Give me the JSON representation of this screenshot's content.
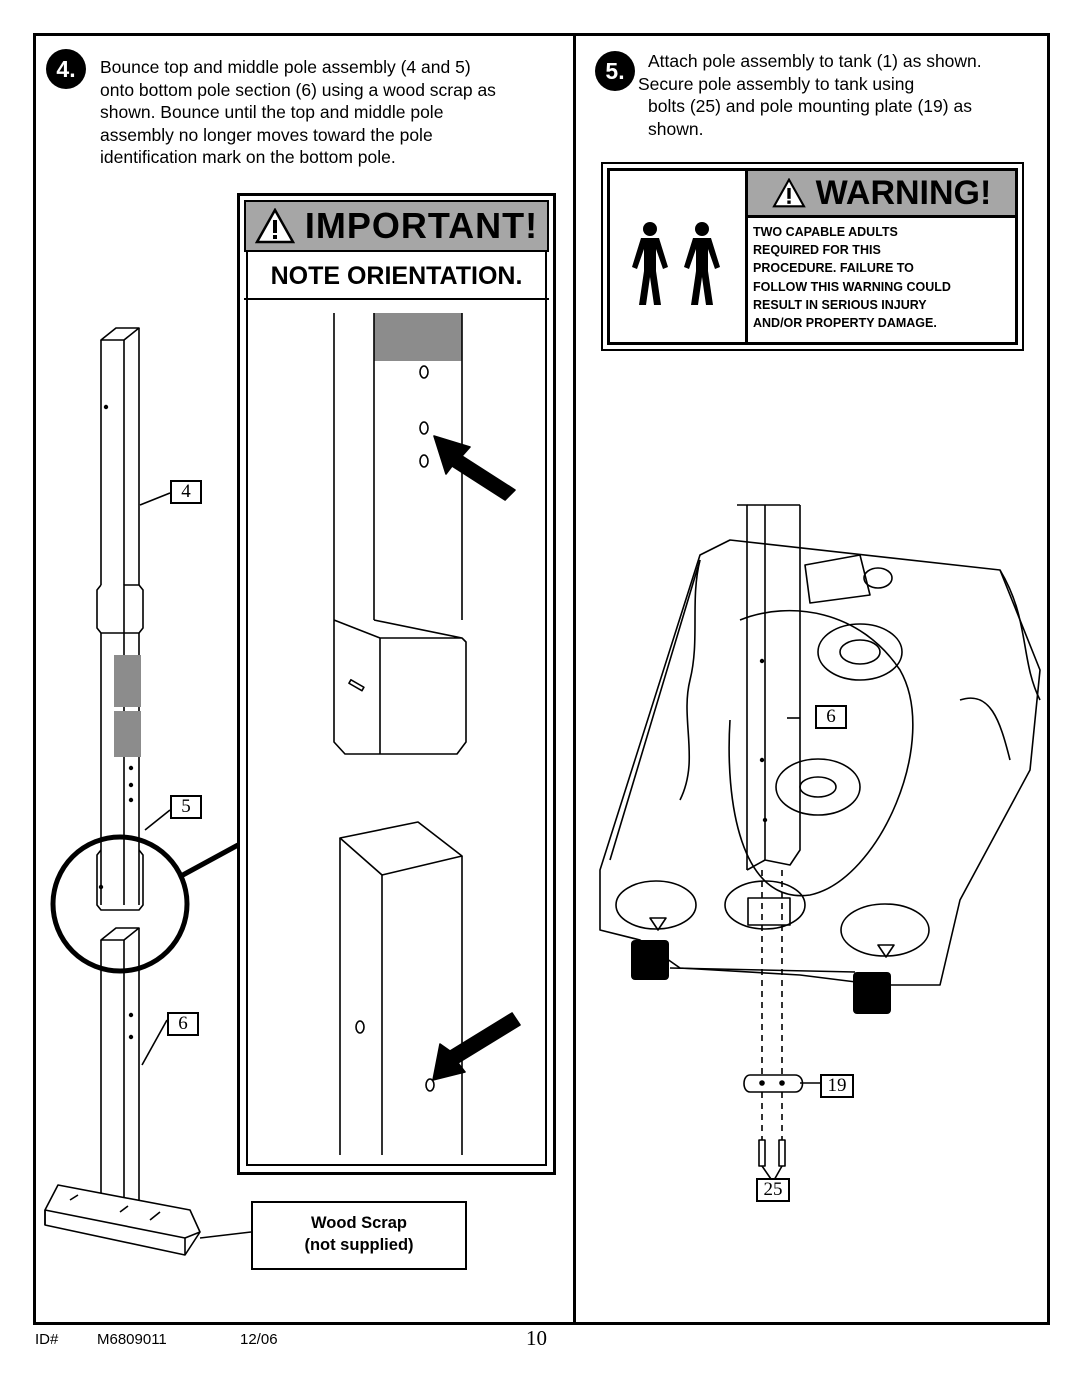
{
  "step4": {
    "number": "4.",
    "lines": [
      "Bounce top and middle pole assembly (4 and 5)",
      "onto bottom pole section (6) using a wood scrap as",
      "shown. Bounce until the top and middle pole",
      "assembly no longer moves toward the pole",
      "identification mark on the bottom pole."
    ]
  },
  "step5": {
    "number": "5.",
    "lines": [
      "Attach pole assembly to tank (1) as shown.",
      "Secure pole assembly to tank using",
      "bolts (25) and pole mounting plate (19) as",
      "shown."
    ]
  },
  "important": {
    "title": "IMPORTANT!",
    "subtitle": "NOTE ORIENTATION."
  },
  "warning": {
    "title": "WARNING!",
    "lines": [
      "TWO CAPABLE ADULTS",
      "REQUIRED FOR THIS",
      "PROCEDURE. FAILURE TO",
      "FOLLOW THIS WARNING COULD",
      "RESULT IN SERIOUS INJURY",
      "AND/OR PROPERTY DAMAGE."
    ]
  },
  "callouts": {
    "c4": "4",
    "c5": "5",
    "c6_left": "6",
    "c6_right": "6",
    "c19": "19",
    "c25": "25"
  },
  "wood_scrap": {
    "line1": "Wood Scrap",
    "line2": "(not supplied)"
  },
  "footer": {
    "id_label": "ID#",
    "id_value": "M6809011",
    "date": "12/06",
    "page": "10"
  },
  "colors": {
    "header_gray": "#a6a6a6",
    "shaded_gray": "#8c8c8c"
  },
  "icons": [
    "warning-triangle-icon",
    "two-adults-icon",
    "arrow-icon"
  ]
}
